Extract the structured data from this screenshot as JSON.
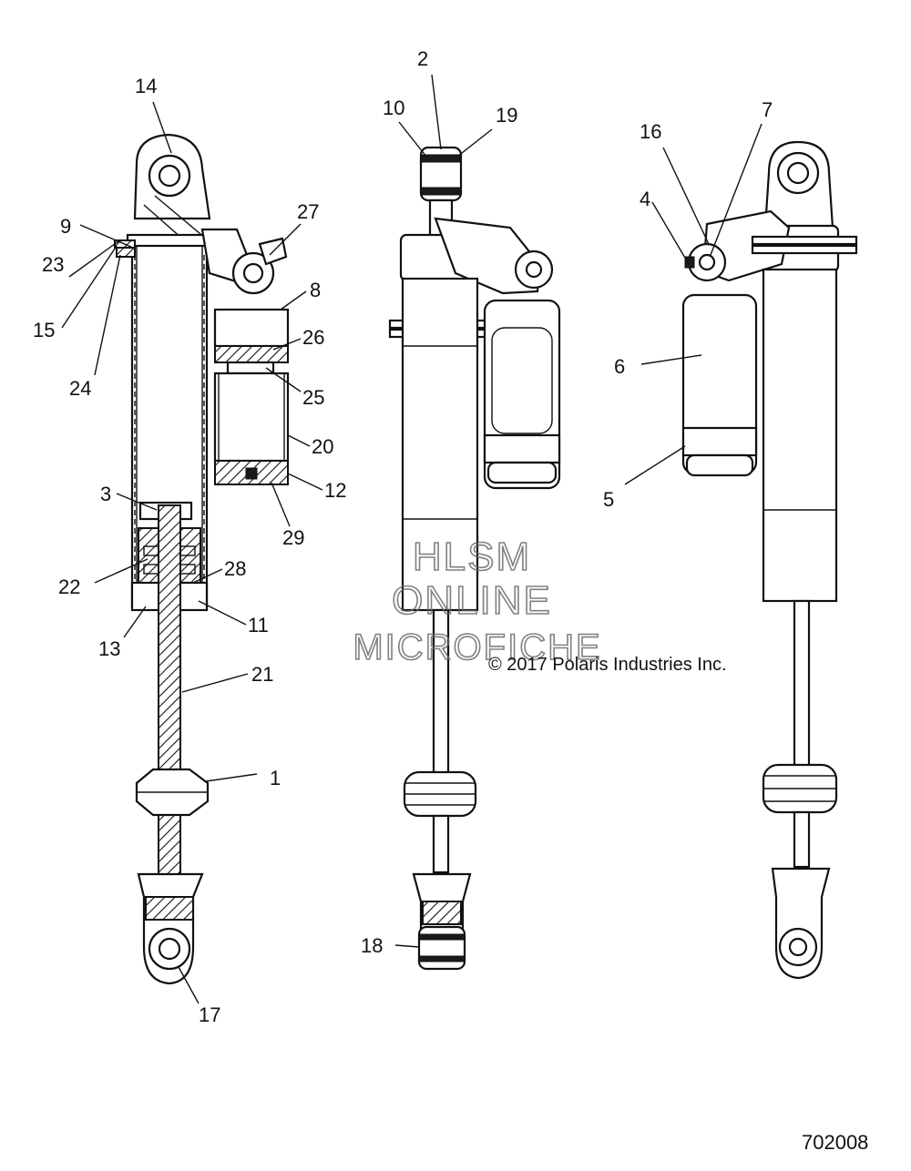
{
  "callouts": [
    {
      "id": "14",
      "label": "14"
    },
    {
      "id": "9",
      "label": "9"
    },
    {
      "id": "23",
      "label": "23"
    },
    {
      "id": "15",
      "label": "15"
    },
    {
      "id": "24",
      "label": "24"
    },
    {
      "id": "27",
      "label": "27"
    },
    {
      "id": "8",
      "label": "8"
    },
    {
      "id": "26",
      "label": "26"
    },
    {
      "id": "25",
      "label": "25"
    },
    {
      "id": "20",
      "label": "20"
    },
    {
      "id": "12",
      "label": "12"
    },
    {
      "id": "29",
      "label": "29"
    },
    {
      "id": "3",
      "label": "3"
    },
    {
      "id": "22",
      "label": "22"
    },
    {
      "id": "28",
      "label": "28"
    },
    {
      "id": "11",
      "label": "11"
    },
    {
      "id": "13",
      "label": "13"
    },
    {
      "id": "21",
      "label": "21"
    },
    {
      "id": "1",
      "label": "1"
    },
    {
      "id": "17",
      "label": "17"
    },
    {
      "id": "2",
      "label": "2"
    },
    {
      "id": "10",
      "label": "10"
    },
    {
      "id": "19",
      "label": "19"
    },
    {
      "id": "18",
      "label": "18"
    },
    {
      "id": "7",
      "label": "7"
    },
    {
      "id": "16",
      "label": "16"
    },
    {
      "id": "4",
      "label": "4"
    },
    {
      "id": "6",
      "label": "6"
    },
    {
      "id": "5",
      "label": "5"
    }
  ],
  "watermark": {
    "line1": "HLSM",
    "line2": "ONLINE",
    "line3": "MICROFICHE"
  },
  "copyright": "© 2017 Polaris Industries Inc.",
  "drawing_number": "702008"
}
